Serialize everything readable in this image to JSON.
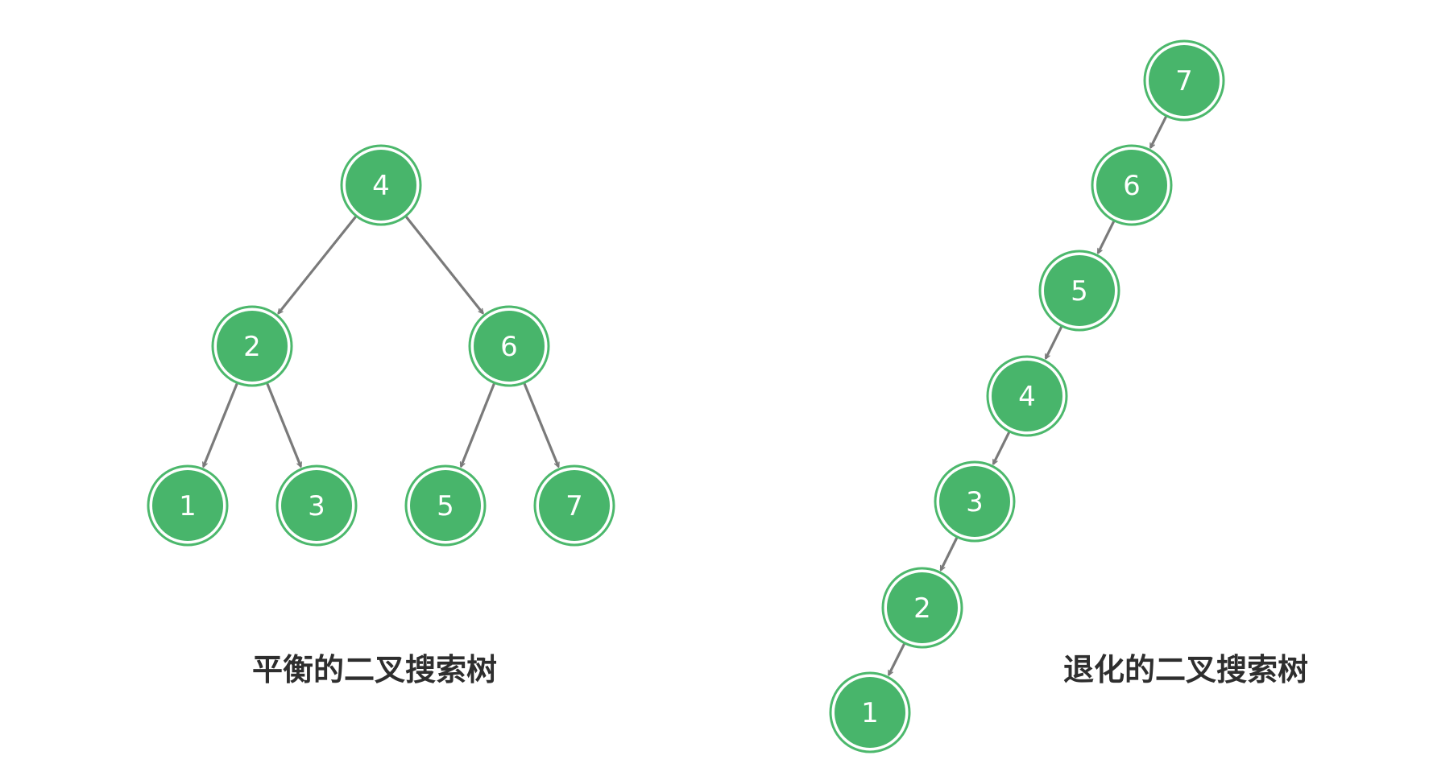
{
  "colors": {
    "node_fill": "#48b56b",
    "node_ring": "#4cb86c",
    "edge": "#7a7a7a",
    "caption": "#2e2e2e"
  },
  "balanced_tree": {
    "caption": "平衡的二叉搜索树",
    "nodes": [
      "4",
      "2",
      "6",
      "1",
      "3",
      "5",
      "7"
    ],
    "edges": [
      [
        "4",
        "2"
      ],
      [
        "4",
        "6"
      ],
      [
        "2",
        "1"
      ],
      [
        "2",
        "3"
      ],
      [
        "6",
        "5"
      ],
      [
        "6",
        "7"
      ]
    ]
  },
  "degenerate_tree": {
    "caption": "退化的二叉搜索树",
    "nodes": [
      "7",
      "6",
      "5",
      "4",
      "3",
      "2",
      "1"
    ],
    "edges": [
      [
        "7",
        "6"
      ],
      [
        "6",
        "5"
      ],
      [
        "5",
        "4"
      ],
      [
        "4",
        "3"
      ],
      [
        "3",
        "2"
      ],
      [
        "2",
        "1"
      ]
    ]
  }
}
